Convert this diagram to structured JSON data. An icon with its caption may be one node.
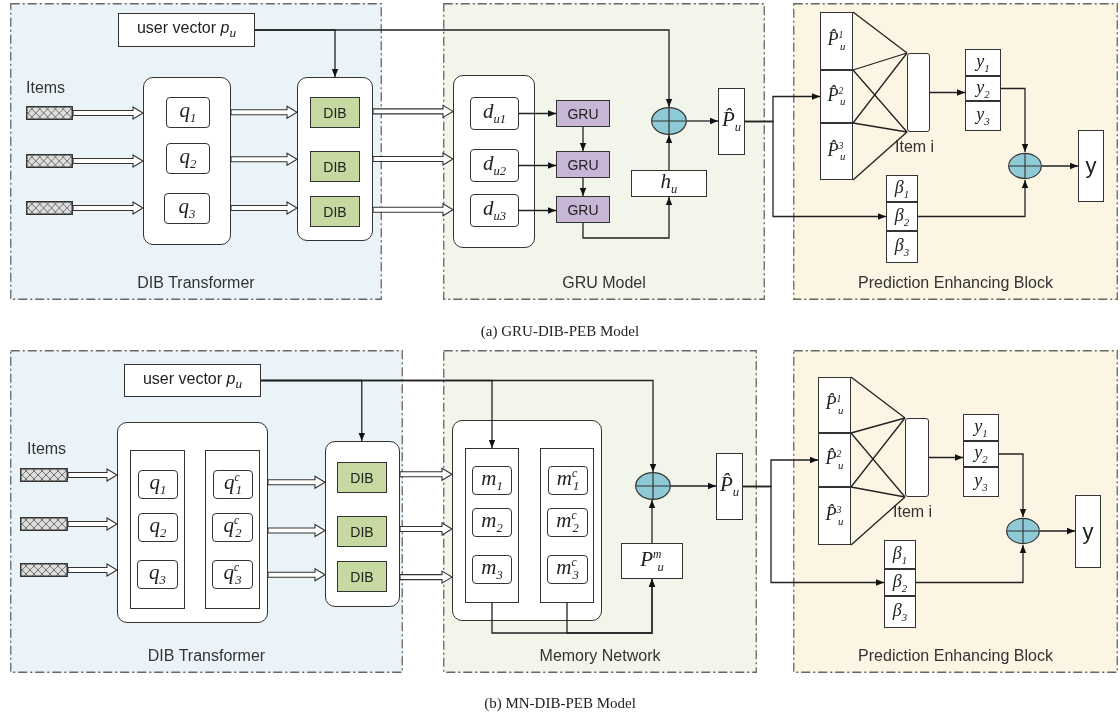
{
  "diagram": {
    "nodes": [
      {
        "text": [
          "DIB Transformer"
        ]
      },
      {
        "text": [
          "user vector *p*$_{u}$"
        ],
        "in": 0
      },
      {
        "text": [],
        "shape": "bar",
        "in": 0
      },
      {
        "text": [],
        "shape": "bar",
        "in": 0
      },
      {
        "text": [],
        "shape": "bar",
        "in": 0
      },
      {
        "text": [],
        "shape": "box",
        "in": 0
      },
      {
        "text": [
          "q$_{1}$"
        ],
        "in": 5
      },
      {
        "text": [
          "q$_{2}$"
        ],
        "in": 5
      },
      {
        "text": [
          "q$_{3}$"
        ],
        "in": 5
      },
      {
        "text": [],
        "shape": "box",
        "in": 0
      },
      {
        "text": [
          "DIB"
        ],
        "in": 9
      },
      {
        "text": [
          "DIB"
        ],
        "in": 9
      },
      {
        "text": [
          "DIB"
        ],
        "in": 9
      },
      {
        "text": [
          "GRU Model"
        ]
      },
      {
        "text": [],
        "shape": "box",
        "in": 13
      },
      {
        "text": [
          "d$_{u1}$"
        ],
        "in": 14
      },
      {
        "text": [
          "d$_{u2}$"
        ],
        "in": 14
      },
      {
        "text": [
          "d$_{u3}$"
        ],
        "in": 14
      },
      {
        "text": [
          "GRU"
        ],
        "in": 13
      },
      {
        "text": [
          "GRU"
        ],
        "in": 13
      },
      {
        "text": [
          "GRU"
        ],
        "in": 13
      },
      {
        "text": [
          "h$_{u}$"
        ],
        "in": 13
      },
      {
        "text": [],
        "shape": "circle",
        "in": 13
      },
      {
        "text": [
          "P̂$_{u}$"
        ],
        "in": 13
      },
      {
        "text": [
          "Prediction Enhancing Block"
        ]
      },
      {
        "text": [
          "P̂$^{1}$$_{u}$"
        ],
        "in": 24
      },
      {
        "text": [
          "P̂$^{2}$$_{u}$"
        ],
        "in": 24
      },
      {
        "text": [
          "P̂$^{3}$$_{u}$"
        ],
        "in": 24
      },
      {
        "text": [],
        "shape": "box",
        "in": 24,
        "beside": [
          "Item i"
        ]
      },
      {
        "text": [
          "y$_{1}$"
        ],
        "in": 24
      },
      {
        "text": [
          "y$_{2}$"
        ],
        "in": 24
      },
      {
        "text": [
          "y$_{3}$"
        ],
        "in": 24
      },
      {
        "text": [
          "β$_{1}$"
        ],
        "in": 24
      },
      {
        "text": [
          "β$_{2}$"
        ],
        "in": 24
      },
      {
        "text": [
          "β$_{3}$"
        ],
        "in": 24
      },
      {
        "text": [],
        "shape": "circle",
        "in": 24
      },
      {
        "text": [
          "y"
        ],
        "in": 24
      },
      {
        "text": [
          "DIB Transformer"
        ]
      },
      {
        "text": [
          "user vector *p*$_{u}$"
        ],
        "in": 37
      },
      {
        "text": [],
        "shape": "bar",
        "in": 37
      },
      {
        "text": [],
        "shape": "bar",
        "in": 37
      },
      {
        "text": [],
        "shape": "bar",
        "in": 37
      },
      {
        "text": [],
        "shape": "box",
        "in": 37
      },
      {
        "text": [],
        "shape": "box",
        "in": 42
      },
      {
        "text": [
          "q$_{1}$"
        ],
        "in": 43
      },
      {
        "text": [
          "q$_{2}$"
        ],
        "in": 43
      },
      {
        "text": [
          "q$_{3}$"
        ],
        "in": 43
      },
      {
        "text": [],
        "shape": "box",
        "in": 42
      },
      {
        "text": [
          "q$^{c}$$_{1}$"
        ],
        "in": 47
      },
      {
        "text": [
          "q$^{c}$$_{2}$"
        ],
        "in": 47
      },
      {
        "text": [
          "q$^{c}$$_{3}$"
        ],
        "in": 47
      },
      {
        "text": [],
        "shape": "box",
        "in": 37
      },
      {
        "text": [
          "DIB"
        ],
        "in": 51
      },
      {
        "text": [
          "DIB"
        ],
        "in": 51
      },
      {
        "text": [
          "DIB"
        ],
        "in": 51
      },
      {
        "text": [
          "Memory Network"
        ]
      },
      {
        "text": [],
        "shape": "box",
        "in": 55
      },
      {
        "text": [],
        "shape": "box",
        "in": 56
      },
      {
        "text": [
          "m$_{1}$"
        ],
        "in": 57
      },
      {
        "text": [
          "m$_{2}$"
        ],
        "in": 57
      },
      {
        "text": [
          "m$_{3}$"
        ],
        "in": 57
      },
      {
        "text": [],
        "shape": "box",
        "in": 56
      },
      {
        "text": [
          "m$^{c}$$_{1}$"
        ],
        "in": 61
      },
      {
        "text": [
          "m$^{c}$$_{2}$"
        ],
        "in": 61
      },
      {
        "text": [
          "m$^{c}$$_{3}$"
        ],
        "in": 61
      },
      {
        "text": [],
        "shape": "circle",
        "in": 55
      },
      {
        "text": [
          "P$^{m}$$_{u}$"
        ],
        "in": 55
      },
      {
        "text": [
          "P̂$_{u}$"
        ],
        "in": 55
      },
      {
        "text": [
          "Prediction Enhancing Block"
        ]
      },
      {
        "text": [
          "P̂$^{1}$$_{u}$"
        ],
        "in": 68
      },
      {
        "text": [
          "P̂$^{2}$$_{u}$"
        ],
        "in": 68
      },
      {
        "text": [
          "P̂$^{3}$$_{u}$"
        ],
        "in": 68
      },
      {
        "text": [],
        "shape": "box",
        "in": 68,
        "beside": [
          "Item i"
        ]
      },
      {
        "text": [
          "y$_{1}$"
        ],
        "in": 68
      },
      {
        "text": [
          "y$_{2}$"
        ],
        "in": 68
      },
      {
        "text": [
          "y$_{3}$"
        ],
        "in": 68
      },
      {
        "text": [
          "β$_{1}$"
        ],
        "in": 68
      },
      {
        "text": [
          "β$_{2}$"
        ],
        "in": 68
      },
      {
        "text": [
          "β$_{3}$"
        ],
        "in": 68
      },
      {
        "text": [],
        "shape": "circle",
        "in": 68
      },
      {
        "text": [
          "y"
        ],
        "in": 68
      }
    ],
    "edges": [
      {
        "from": 1,
        "to": 9,
        "arrow": "to"
      },
      {
        "from": 1,
        "to": 22,
        "arrow": "to"
      },
      {
        "from": 2,
        "to": 5,
        "arrow": "to",
        "style": "thick"
      },
      {
        "from": 3,
        "to": 5,
        "arrow": "to",
        "style": "thick"
      },
      {
        "from": 4,
        "to": 5,
        "arrow": "to",
        "style": "thick"
      },
      {
        "from": 5,
        "to": 9,
        "arrow": "to",
        "style": "thick"
      },
      {
        "from": 5,
        "to": 9,
        "arrow": "to",
        "style": "thick"
      },
      {
        "from": 5,
        "to": 9,
        "arrow": "to",
        "style": "thick"
      },
      {
        "from": 9,
        "to": 14,
        "arrow": "to",
        "style": "thick"
      },
      {
        "from": 9,
        "to": 14,
        "arrow": "to",
        "style": "thick"
      },
      {
        "from": 9,
        "to": 14,
        "arrow": "to",
        "style": "thick"
      },
      {
        "from": 15,
        "to": 18,
        "arrow": "to"
      },
      {
        "from": 16,
        "to": 19,
        "arrow": "to"
      },
      {
        "from": 17,
        "to": 20,
        "arrow": "to"
      },
      {
        "from": 18,
        "to": 19,
        "arrow": "to"
      },
      {
        "from": 19,
        "to": 20,
        "arrow": "to"
      },
      {
        "from": 20,
        "to": 21,
        "arrow": "to"
      },
      {
        "from": 21,
        "to": 22,
        "arrow": "to"
      },
      {
        "from": 22,
        "to": 23,
        "arrow": "to"
      },
      {
        "from": 23,
        "to": 26,
        "arrow": "to"
      },
      {
        "from": 23,
        "to": 33,
        "arrow": "to"
      },
      {
        "from": 25,
        "to": 28,
        "arrow": "none"
      },
      {
        "from": 25,
        "to": 28,
        "arrow": "none"
      },
      {
        "from": 26,
        "to": 28,
        "arrow": "none"
      },
      {
        "from": 26,
        "to": 28,
        "arrow": "none"
      },
      {
        "from": 27,
        "to": 28,
        "arrow": "none"
      },
      {
        "from": 27,
        "to": 28,
        "arrow": "none"
      },
      {
        "from": 28,
        "to": 30,
        "arrow": "to"
      },
      {
        "from": 30,
        "to": 35,
        "arrow": "to"
      },
      {
        "from": 33,
        "to": 35,
        "arrow": "to"
      },
      {
        "from": 35,
        "to": 36,
        "arrow": "to"
      },
      {
        "from": 38,
        "to": 51,
        "arrow": "to"
      },
      {
        "from": 38,
        "to": 57,
        "arrow": "to"
      },
      {
        "from": 38,
        "to": 65,
        "arrow": "to"
      },
      {
        "from": 39,
        "to": 42,
        "arrow": "to",
        "style": "thick"
      },
      {
        "from": 40,
        "to": 42,
        "arrow": "to",
        "style": "thick"
      },
      {
        "from": 41,
        "to": 42,
        "arrow": "to",
        "style": "thick"
      },
      {
        "from": 42,
        "to": 51,
        "arrow": "to",
        "style": "thick"
      },
      {
        "from": 42,
        "to": 51,
        "arrow": "to",
        "style": "thick"
      },
      {
        "from": 42,
        "to": 51,
        "arrow": "to",
        "style": "thick"
      },
      {
        "from": 51,
        "to": 56,
        "arrow": "to",
        "style": "thick"
      },
      {
        "from": 51,
        "to": 56,
        "arrow": "to",
        "style": "thick"
      },
      {
        "from": 51,
        "to": 56,
        "arrow": "to",
        "style": "thick"
      },
      {
        "from": 57,
        "to": 66,
        "arrow": "to"
      },
      {
        "from": 61,
        "to": 66,
        "arrow": "to"
      },
      {
        "from": 66,
        "to": 65,
        "arrow": "to"
      },
      {
        "from": 65,
        "to": 67,
        "arrow": "to"
      },
      {
        "from": 67,
        "to": 70,
        "arrow": "to"
      },
      {
        "from": 67,
        "to": 77,
        "arrow": "to"
      },
      {
        "from": 69,
        "to": 72,
        "arrow": "none"
      },
      {
        "from": 69,
        "to": 72,
        "arrow": "none"
      },
      {
        "from": 70,
        "to": 72,
        "arrow": "none"
      },
      {
        "from": 70,
        "to": 72,
        "arrow": "none"
      },
      {
        "from": 71,
        "to": 72,
        "arrow": "none"
      },
      {
        "from": 71,
        "to": 72,
        "arrow": "none"
      },
      {
        "from": 72,
        "to": 74,
        "arrow": "to"
      },
      {
        "from": 74,
        "to": 79,
        "arrow": "to"
      },
      {
        "from": 77,
        "to": 79,
        "arrow": "to"
      },
      {
        "from": 79,
        "to": 80,
        "arrow": "to"
      }
    ],
    "labels": [
      "Items",
      "(a) GRU-DIB-PEB Model",
      "Items",
      "(b) MN-DIB-PEB Model"
    ]
  }
}
